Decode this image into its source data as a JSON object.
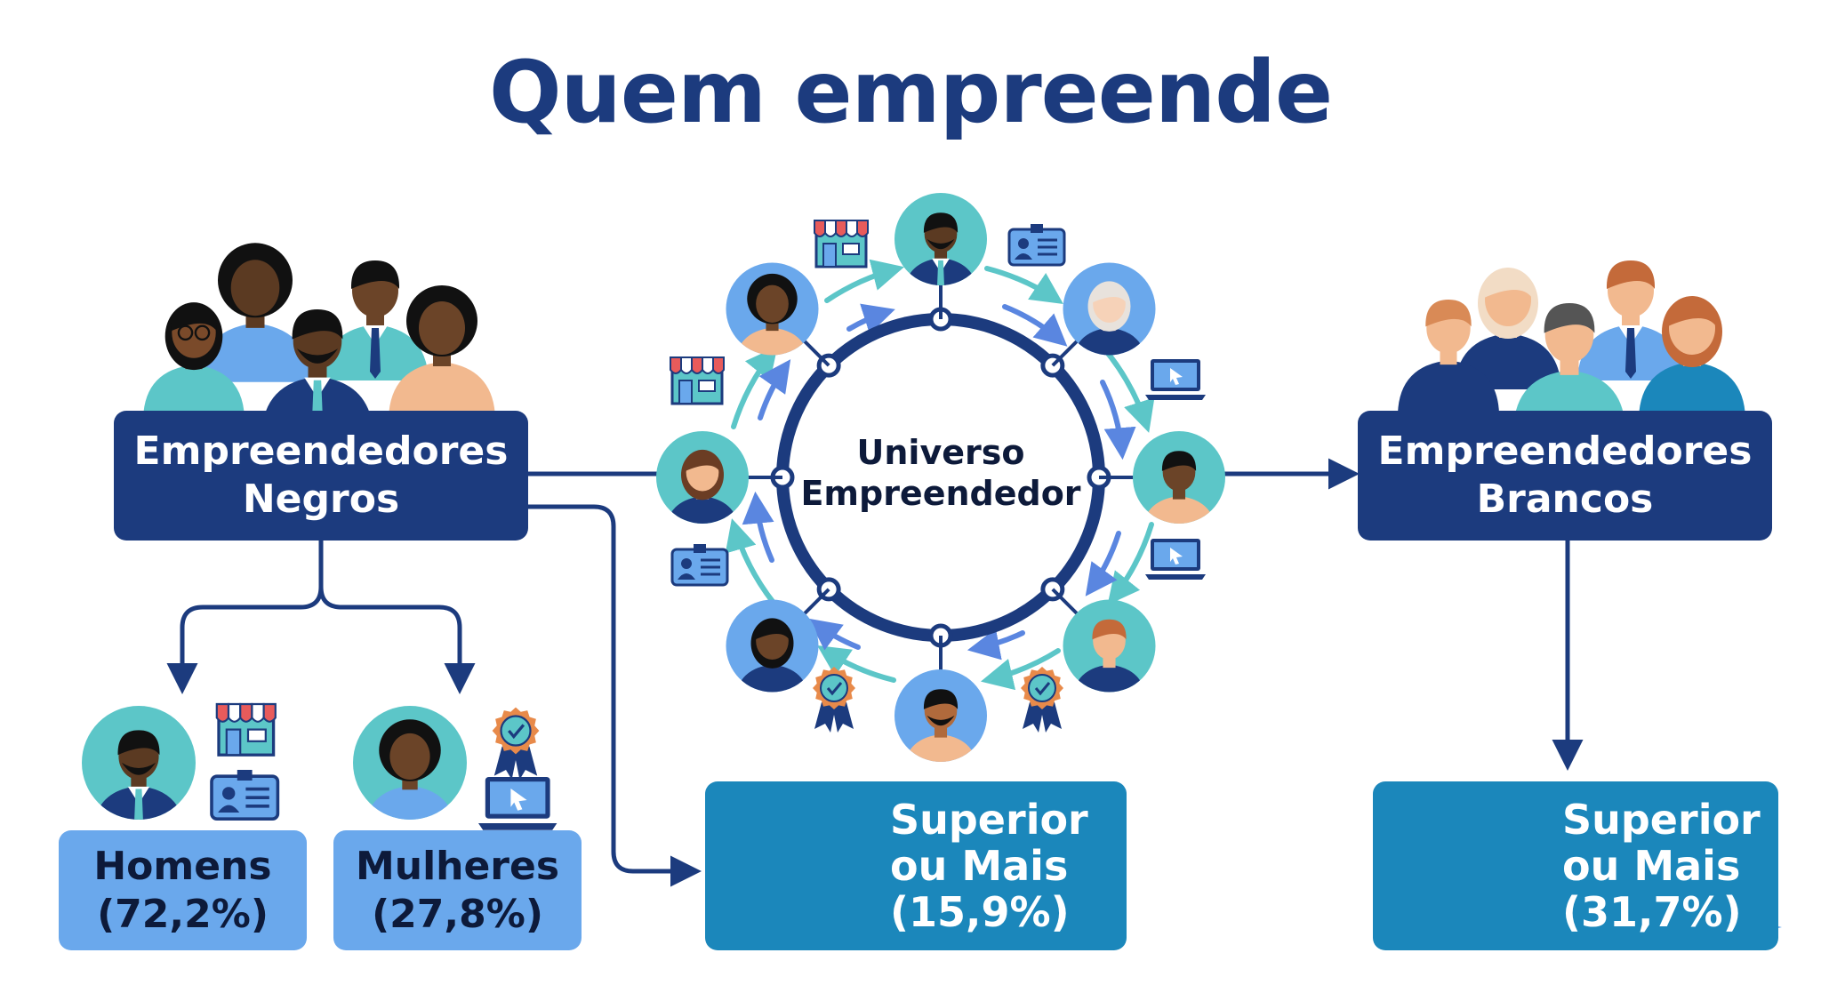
{
  "title": "Quem empreende",
  "center": {
    "line1": "Universo",
    "line2": "Empreendedor"
  },
  "black_group": {
    "line1": "Empreendedores",
    "line2": "Negros"
  },
  "white_group": {
    "line1": "Empreendedores",
    "line2": "Brancos"
  },
  "men": {
    "label": "Homens",
    "value": "(72,2%)"
  },
  "women": {
    "label": "Mulheres",
    "value": "(27,8%)"
  },
  "black_higher_ed": {
    "line1": "Superior",
    "line2": "ou Mais",
    "value": "(15,9%)"
  },
  "white_higher_ed": {
    "line1": "Superior",
    "line2": "ou Mais",
    "value": "(31,7%)"
  },
  "colors": {
    "navy": "#1c3b7e",
    "teal_box": "#1b87bb",
    "light_blue": "#6aa8ec",
    "teal": "#5cc6c8",
    "skin_dark": "#6b4428",
    "skin_light": "#f2b98f"
  },
  "icons": [
    "storefront-icon",
    "id-card-icon",
    "laptop-icon",
    "award-badge-icon",
    "graduation-cap-icon",
    "diploma-icon"
  ]
}
